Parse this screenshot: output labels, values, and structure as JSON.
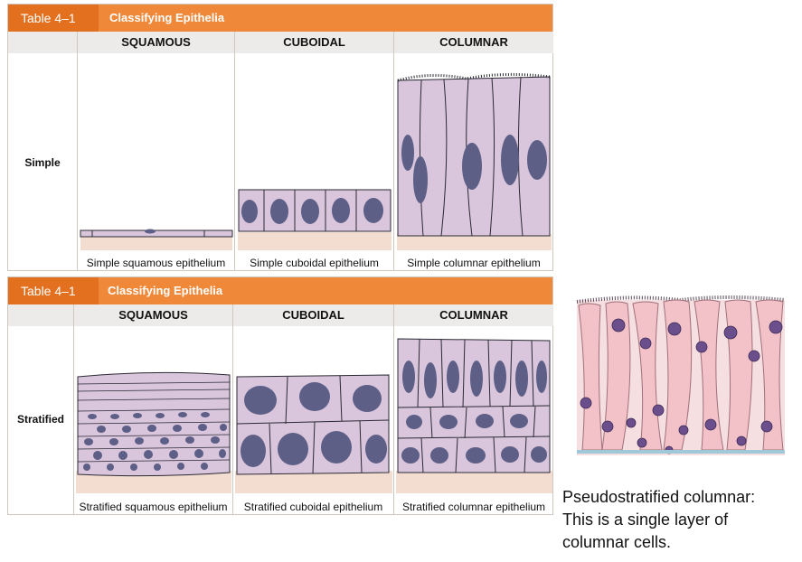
{
  "table1": {
    "number": "Table 4–1",
    "title": "Classifying Epithelia",
    "columns": [
      "SQUAMOUS",
      "CUBOIDAL",
      "COLUMNAR"
    ],
    "row_label": "Simple",
    "captions": [
      "Simple squamous epithelium",
      "Simple cuboidal epithelium",
      "Simple columnar epithelium"
    ]
  },
  "table2": {
    "number": "Table 4–1",
    "title": "Classifying Epithelia",
    "columns": [
      "SQUAMOUS",
      "CUBOIDAL",
      "COLUMNAR"
    ],
    "row_label": "Stratified",
    "captions": [
      "Stratified squamous epithelium",
      "Stratified cuboidal epithelium",
      "Stratified columnar epithelium"
    ]
  },
  "pseudo": {
    "caption_lines": [
      "Pseudostratified columnar:",
      "This is a single layer of",
      "columnar cells."
    ]
  },
  "colors": {
    "header": "#f0883a",
    "header_number": "#e3701f",
    "cell_fill": "#d9c5dc",
    "cell_outline": "#2a2a33",
    "nucleus": "#5d5f86",
    "tissue": "#f3ddd0",
    "pseudo_cell": "#f2c2c8",
    "pseudo_nucleus": "#6b4f8c"
  }
}
